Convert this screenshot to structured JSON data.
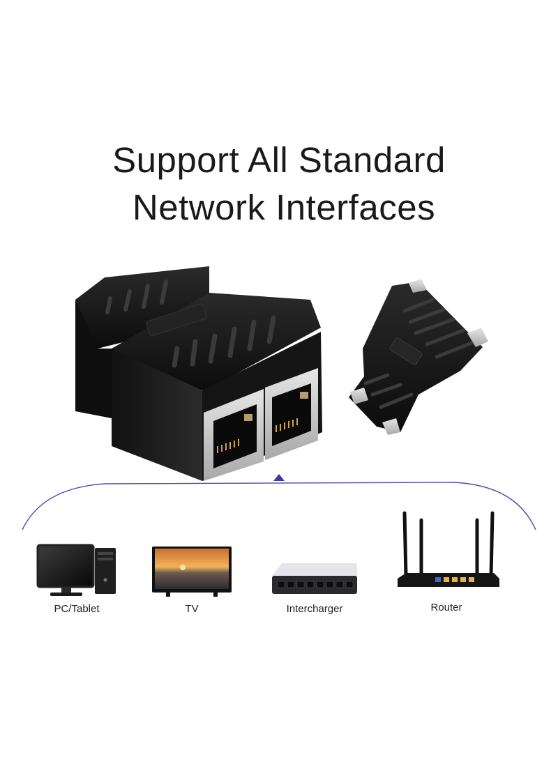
{
  "headline": {
    "line1": "Support All Standard",
    "line2": "Network Interfaces"
  },
  "devices": [
    {
      "label": "PC/Tablet",
      "icon": "pc-tablet-icon"
    },
    {
      "label": "TV",
      "icon": "tv-icon"
    },
    {
      "label": "Intercharger",
      "icon": "network-switch-icon"
    },
    {
      "label": "Router",
      "icon": "router-icon"
    }
  ],
  "colors": {
    "adapter": "#161616",
    "metal": "#c9c9c9",
    "arc": "#4a4ab8",
    "router_port": "#e8b53a",
    "router_port_blue": "#2f6fd0"
  }
}
